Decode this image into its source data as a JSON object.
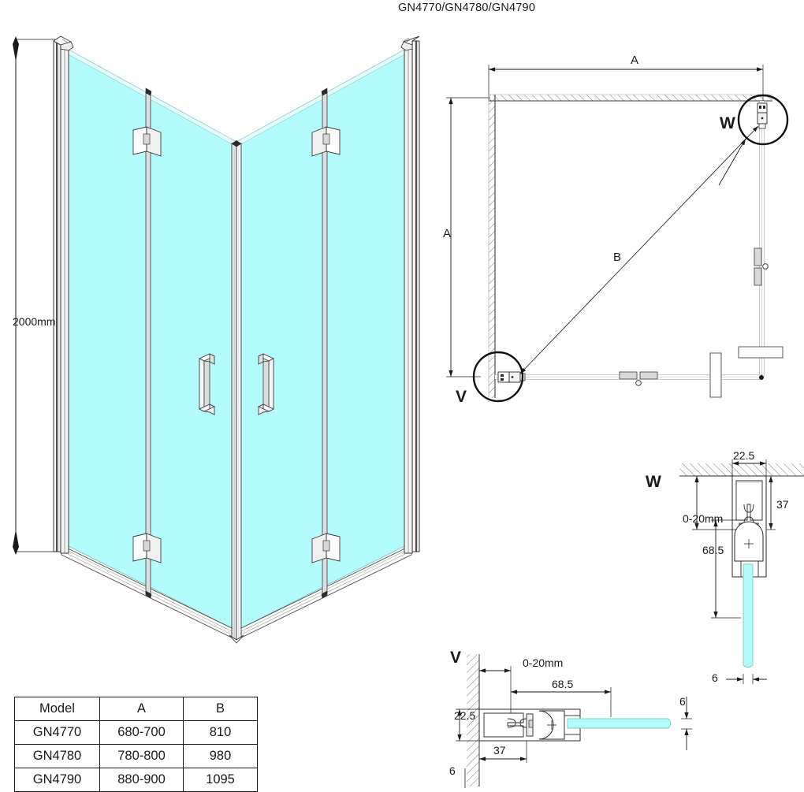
{
  "title": "GN4770/GN4780/GN4790",
  "colors": {
    "glass": "#b4fbfb",
    "glass_edge": "#8fd6d6",
    "line": "#1a1a1a",
    "metal_light": "#ffffff",
    "metal_shade": "#c9c9c9",
    "thin_line": "#6b6b6b"
  },
  "views": {
    "iso": {
      "name": "isometric-corner-enclosure-view",
      "height_dimension": "2000mm"
    },
    "plan": {
      "name": "top-plan-view",
      "dim_width_label": "A",
      "dim_depth_label": "A",
      "dim_diagonal_label": "B",
      "detail_bubbles": [
        {
          "label": "W",
          "name": "detail-bubble-w"
        },
        {
          "label": "V",
          "name": "detail-bubble-v"
        }
      ]
    },
    "detail_w": {
      "name": "detail-section-w",
      "label": "W",
      "dims": {
        "profile_width": "22.5",
        "wall_offset": "37",
        "adjust_range": "0-20mm",
        "total_depth": "68.5",
        "glass_thickness": "6"
      }
    },
    "detail_v": {
      "name": "detail-section-v",
      "label": "V",
      "dims": {
        "profile_width": "22.5",
        "wall_offset": "37",
        "adjust_range": "0-20mm",
        "total_depth": "68.5",
        "glass_thickness": "6"
      }
    }
  },
  "table": {
    "name": "model-dimension-table",
    "headers": [
      "Model",
      "A",
      "B"
    ],
    "rows": [
      {
        "model": "GN4770",
        "a": "680-700",
        "b": "810"
      },
      {
        "model": "GN4780",
        "a": "780-800",
        "b": "980"
      },
      {
        "model": "GN4790",
        "a": "880-900",
        "b": "1095"
      }
    ]
  }
}
